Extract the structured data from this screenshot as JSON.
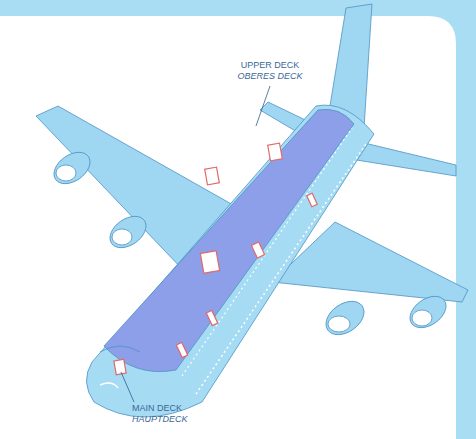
{
  "diagram": {
    "labels": [
      "UPPER DECK",
      "OBERES DECK",
      "MAIN DECK",
      "HAUPTDECK"
    ]
  }
}
